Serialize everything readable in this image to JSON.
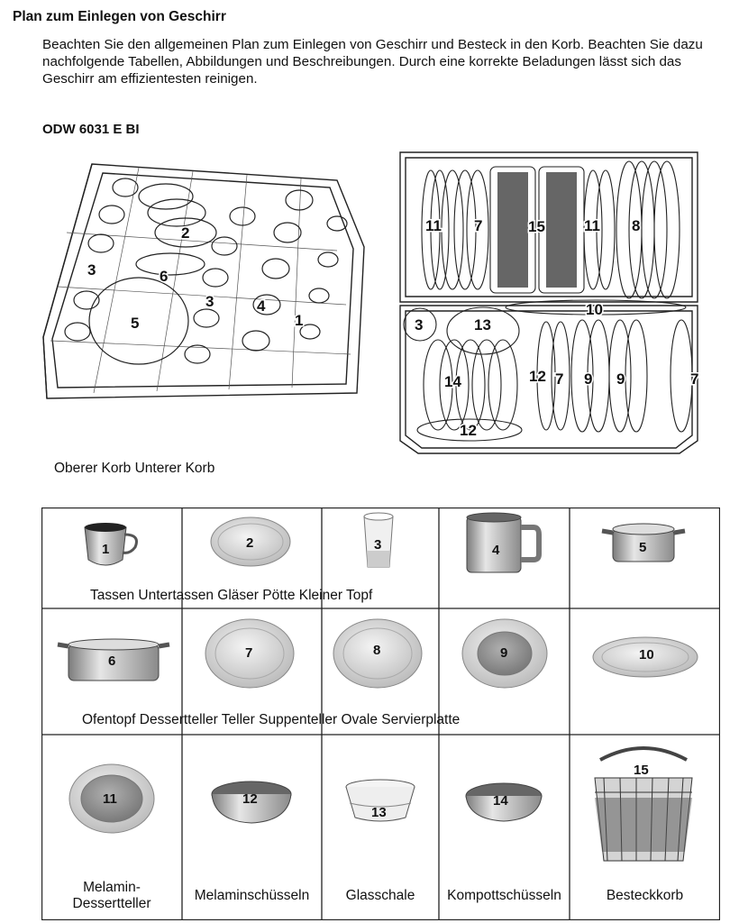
{
  "title": "Plan zum Einlegen von Geschirr",
  "intro": "Beachten Sie den allgemeinen Plan zum Einlegen von Geschirr und Besteck in den Korb. Beachten Sie dazu nachfolgende Tabellen, Abbildungen und Beschreibungen. Durch eine korrekte Beladungen lässt sich das Geschirr am effizientesten reinigen.",
  "model": "ODW 6031 E BI",
  "upper_rack_numbers": [
    "2",
    "3",
    "6",
    "3",
    "4",
    "5",
    "1"
  ],
  "lower_rack_numbers": [
    "11",
    "7",
    "15",
    "11",
    "8",
    "10",
    "3",
    "13",
    "14",
    "12",
    "7",
    "9",
    "9",
    "7",
    "12"
  ],
  "rack_caption": "Oberer Korb Unterer Korb",
  "table": {
    "items": [
      {
        "num": "1"
      },
      {
        "num": "2"
      },
      {
        "num": "3"
      },
      {
        "num": "4"
      },
      {
        "num": "5"
      },
      {
        "num": "6"
      },
      {
        "num": "7"
      },
      {
        "num": "8"
      },
      {
        "num": "9"
      },
      {
        "num": "10"
      },
      {
        "num": "11",
        "label": "Melamin-\nDessertteller"
      },
      {
        "num": "12",
        "label": "Melaminschüsseln"
      },
      {
        "num": "13",
        "label": "Glasschale"
      },
      {
        "num": "14",
        "label": "Kompottschüsseln"
      },
      {
        "num": "15",
        "label": "Besteckkorb"
      }
    ],
    "row1_caption": "Tassen Untertassen Gläser Pötte Kleiner Topf",
    "row2_caption": "Ofentopf Dessertteller Teller Suppenteller Ovale Servierplatte"
  }
}
